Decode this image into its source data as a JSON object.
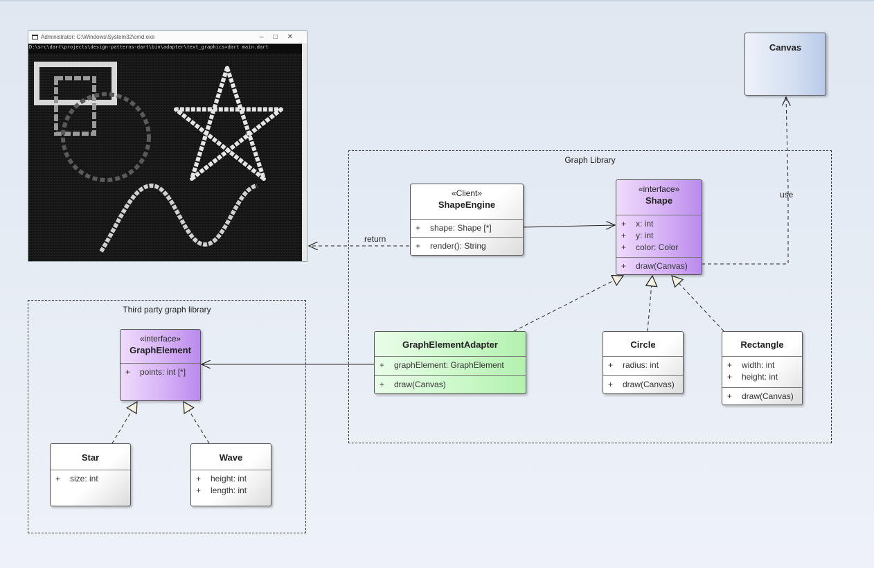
{
  "console": {
    "caption": "Administrator: C:\\Windows\\System32\\cmd.exe",
    "minimize": "–",
    "maximize": "□",
    "close": "✕",
    "command": "D:\\src\\dart\\projects\\design-patterns-dart\\bin\\adapter\\text_graphics>dart main.dart"
  },
  "frames": {
    "graph_library": "Graph Library",
    "third_party": "Third party graph library"
  },
  "classes": {
    "canvas": {
      "name": "Canvas"
    },
    "shape_engine": {
      "stereotype": "«Client»",
      "name": "ShapeEngine",
      "attributes": [
        {
          "vis": "+",
          "text": "shape: Shape [*]"
        }
      ],
      "operations": [
        {
          "vis": "+",
          "text": "render(): String"
        }
      ]
    },
    "shape": {
      "stereotype": "«interface»",
      "name": "Shape",
      "attributes": [
        {
          "vis": "+",
          "text": "x: int"
        },
        {
          "vis": "+",
          "text": "y: int"
        },
        {
          "vis": "+",
          "text": "color: Color"
        }
      ],
      "operations": [
        {
          "vis": "+",
          "text": "draw(Canvas)"
        }
      ]
    },
    "adapter": {
      "name": "GraphElementAdapter",
      "attributes": [
        {
          "vis": "+",
          "text": "graphElement: GraphElement"
        }
      ],
      "operations": [
        {
          "vis": "+",
          "text": "draw(Canvas)"
        }
      ]
    },
    "circle": {
      "name": "Circle",
      "attributes": [
        {
          "vis": "+",
          "text": "radius: int"
        }
      ],
      "operations": [
        {
          "vis": "+",
          "text": "draw(Canvas)"
        }
      ]
    },
    "rectangle": {
      "name": "Rectangle",
      "attributes": [
        {
          "vis": "+",
          "text": "width: int"
        },
        {
          "vis": "+",
          "text": "height: int"
        }
      ],
      "operations": [
        {
          "vis": "+",
          "text": "draw(Canvas)"
        }
      ]
    },
    "graph_element": {
      "stereotype": "«interface»",
      "name": "GraphElement",
      "attributes": [
        {
          "vis": "+",
          "text": "points: int [*]"
        }
      ]
    },
    "star": {
      "name": "Star",
      "attributes": [
        {
          "vis": "+",
          "text": "size: int"
        }
      ]
    },
    "wave": {
      "name": "Wave",
      "attributes": [
        {
          "vis": "+",
          "text": "height: int"
        },
        {
          "vis": "+",
          "text": "length: int"
        }
      ]
    }
  },
  "connectors": {
    "return_label": "return",
    "use_label": "use"
  }
}
